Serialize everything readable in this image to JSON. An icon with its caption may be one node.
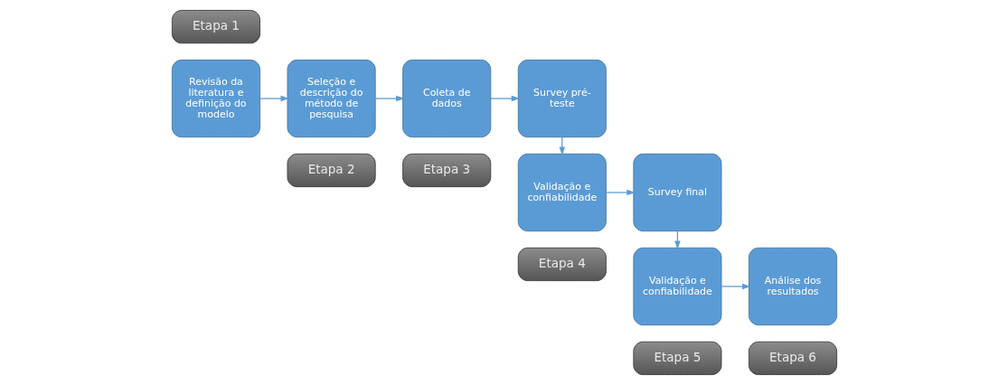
{
  "diagram": {
    "nodes": [
      {
        "text": [
          "Etapa 1"
        ]
      },
      {
        "text": [
          "Etapa 2"
        ]
      },
      {
        "text": [
          "Etapa 3"
        ]
      },
      {
        "text": [
          "Etapa 4"
        ]
      },
      {
        "text": [
          "Etapa 5"
        ]
      },
      {
        "text": [
          "Etapa 6"
        ]
      },
      {
        "text": [
          "Revisão da literatura e definição do modelo"
        ]
      },
      {
        "text": [
          "Seleção e descrição do método de pesquisa"
        ]
      },
      {
        "text": [
          "Coleta de dados"
        ]
      },
      {
        "text": [
          "Survey pré- teste"
        ]
      },
      {
        "text": [
          "Validação e confiabilidade"
        ]
      },
      {
        "text": [
          "Survey final"
        ]
      },
      {
        "text": [
          "Validação e confiabilidade"
        ]
      },
      {
        "text": [
          "Análise dos resultados"
        ]
      }
    ],
    "edges": [
      {
        "from": 6,
        "to": 7,
        "arrow": "to"
      },
      {
        "from": 7,
        "to": 8,
        "arrow": "to"
      },
      {
        "from": 8,
        "to": 9,
        "arrow": "to"
      },
      {
        "from": 9,
        "to": 10,
        "arrow": "to"
      },
      {
        "from": 10,
        "to": 11,
        "arrow": "to"
      },
      {
        "from": 11,
        "to": 12,
        "arrow": "to"
      },
      {
        "from": 12,
        "to": 13,
        "arrow": "to"
      }
    ]
  }
}
